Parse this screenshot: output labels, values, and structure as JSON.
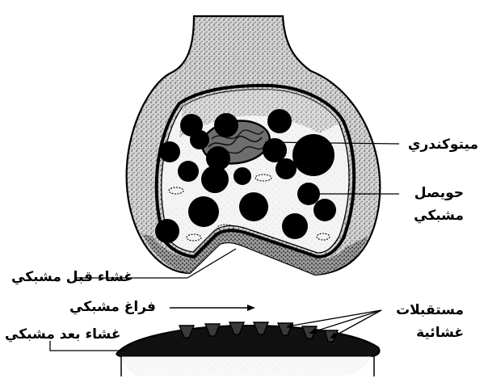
{
  "labels": {
    "mitochondria": "ميتوكندري",
    "vesicle_line1": "حويصل",
    "vesicle_line2": "مشبكي",
    "presynaptic_membrane": "غشاء قبل مشبكي",
    "synaptic_cleft": "فراغ مشبكي",
    "postsynaptic_membrane": "غشاء بعد مشبكي",
    "receptors_line1": "مستقبلات",
    "receptors_line2": "غشائية"
  },
  "colors": {
    "ink": "#000000",
    "background": "#ffffff",
    "stipple": "#4a4a4a",
    "cytoplasm_light": "#f2f2f2"
  }
}
